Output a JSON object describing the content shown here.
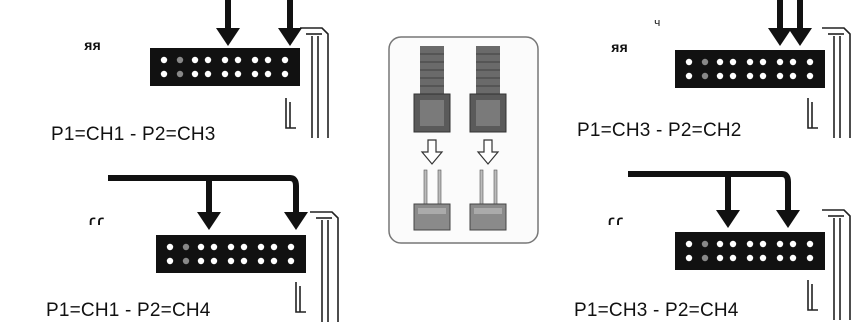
{
  "captions": {
    "top_left": "P1=CH1 - P2=CH3",
    "top_right": "P1=CH3 - P2=CH2",
    "bottom_left": "P1=CH1 - P2=CH4",
    "bottom_right": "P1=CH3 - P2=CH4"
  },
  "colors": {
    "header": "#111111",
    "pin": "#ffffff",
    "pin_grey": "#888888",
    "jumper_dark": "#5a5a5a",
    "jumper_light": "#9a9a9a",
    "panel_border": "#777777"
  },
  "icons": {
    "arrow": "down-arrow-icon",
    "jumper_insert_arrow": "hollow-down-arrow-icon"
  }
}
